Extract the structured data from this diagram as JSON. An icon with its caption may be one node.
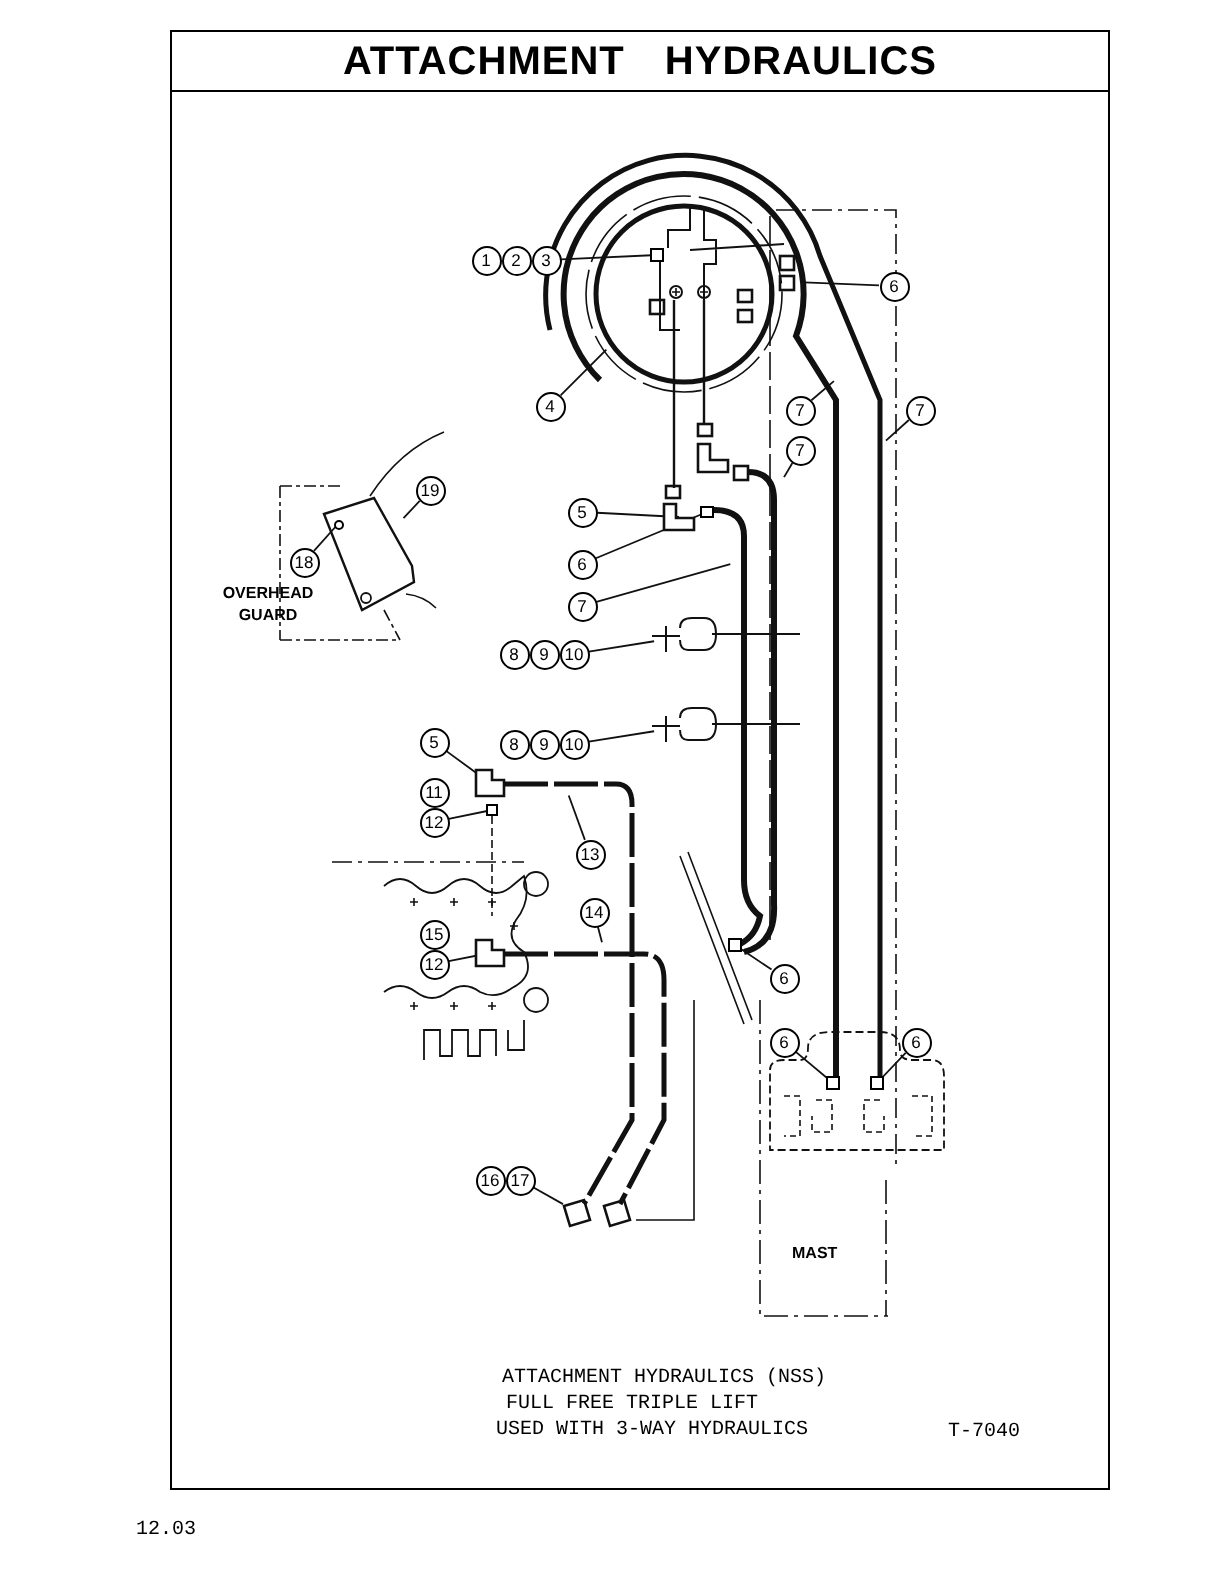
{
  "diagram": {
    "title": "ATTACHMENT HYDRAULICS",
    "nodes": [
      {
        "text": [
          "1",
          "2",
          "3"
        ]
      },
      {
        "text": [
          "6"
        ]
      },
      {
        "text": [
          "4"
        ]
      },
      {
        "text": [
          "7"
        ]
      },
      {
        "text": [
          "7"
        ]
      },
      {
        "text": [
          "7"
        ]
      },
      {
        "text": [
          "19"
        ]
      },
      {
        "text": [
          "5"
        ]
      },
      {
        "text": [
          "18"
        ]
      },
      {
        "text": [
          "6"
        ]
      },
      {
        "text": [
          "7"
        ]
      },
      {
        "text": [
          "8",
          "9",
          "10"
        ]
      },
      {
        "text": [
          "5"
        ]
      },
      {
        "text": [
          "8",
          "9",
          "10"
        ]
      },
      {
        "text": [
          "11",
          "12"
        ]
      },
      {
        "text": [
          "13"
        ]
      },
      {
        "text": [
          "14"
        ]
      },
      {
        "text": [
          "15",
          "12"
        ]
      },
      {
        "text": [
          "6"
        ]
      },
      {
        "text": [
          "6"
        ]
      },
      {
        "text": [
          "6"
        ]
      },
      {
        "text": [
          "16",
          "17"
        ]
      },
      {
        "text": [],
        "shape": "box"
      },
      {
        "text": [],
        "shape": "elbow"
      },
      {
        "text": [],
        "shape": "box"
      },
      {
        "text": [],
        "shape": "circle"
      },
      {
        "text": [],
        "shape": "elbow"
      },
      {
        "text": [],
        "shape": "box"
      },
      {
        "text": [],
        "shape": "elbow"
      },
      {
        "text": [],
        "shape": "box"
      },
      {
        "text": [],
        "shape": "box"
      },
      {
        "text": [],
        "shape": "box"
      }
    ],
    "edges": [
      {
        "from": 0,
        "to": 22,
        "arrow": "none"
      },
      {
        "from": 1,
        "to": null,
        "arrow": "none"
      },
      {
        "from": 2,
        "to": null,
        "arrow": "none"
      },
      {
        "from": 3,
        "to": null,
        "arrow": "none"
      },
      {
        "from": 4,
        "to": null,
        "arrow": "none"
      },
      {
        "from": 5,
        "to": null,
        "arrow": "none"
      },
      {
        "from": 6,
        "to": null,
        "arrow": "none"
      },
      {
        "from": 7,
        "to": 23,
        "arrow": "none"
      },
      {
        "from": 8,
        "to": 25,
        "arrow": "none"
      },
      {
        "from": 9,
        "to": 24,
        "arrow": "none"
      },
      {
        "from": 10,
        "to": null,
        "arrow": "none"
      },
      {
        "from": 11,
        "to": null,
        "arrow": "none"
      },
      {
        "from": 12,
        "to": 26,
        "arrow": "none"
      },
      {
        "from": 13,
        "to": null,
        "arrow": "none"
      },
      {
        "from": 14,
        "to": 27,
        "arrow": "none"
      },
      {
        "from": 15,
        "to": null,
        "arrow": "none"
      },
      {
        "from": 16,
        "to": null,
        "arrow": "none"
      },
      {
        "from": 17,
        "to": 28,
        "arrow": "none"
      },
      {
        "from": 18,
        "to": 29,
        "arrow": "none"
      },
      {
        "from": 19,
        "to": 30,
        "arrow": "none"
      },
      {
        "from": 20,
        "to": 31,
        "arrow": "none"
      },
      {
        "from": 21,
        "to": null,
        "arrow": "none"
      }
    ],
    "labels": [
      "OVERHEAD GUARD",
      "MAST",
      "ATTACHMENT HYDRAULICS (NSS)",
      "FULL FREE TRIPLE LIFT",
      "USED WITH 3-WAY HYDRAULICS",
      "T-7040",
      "12.03"
    ]
  }
}
